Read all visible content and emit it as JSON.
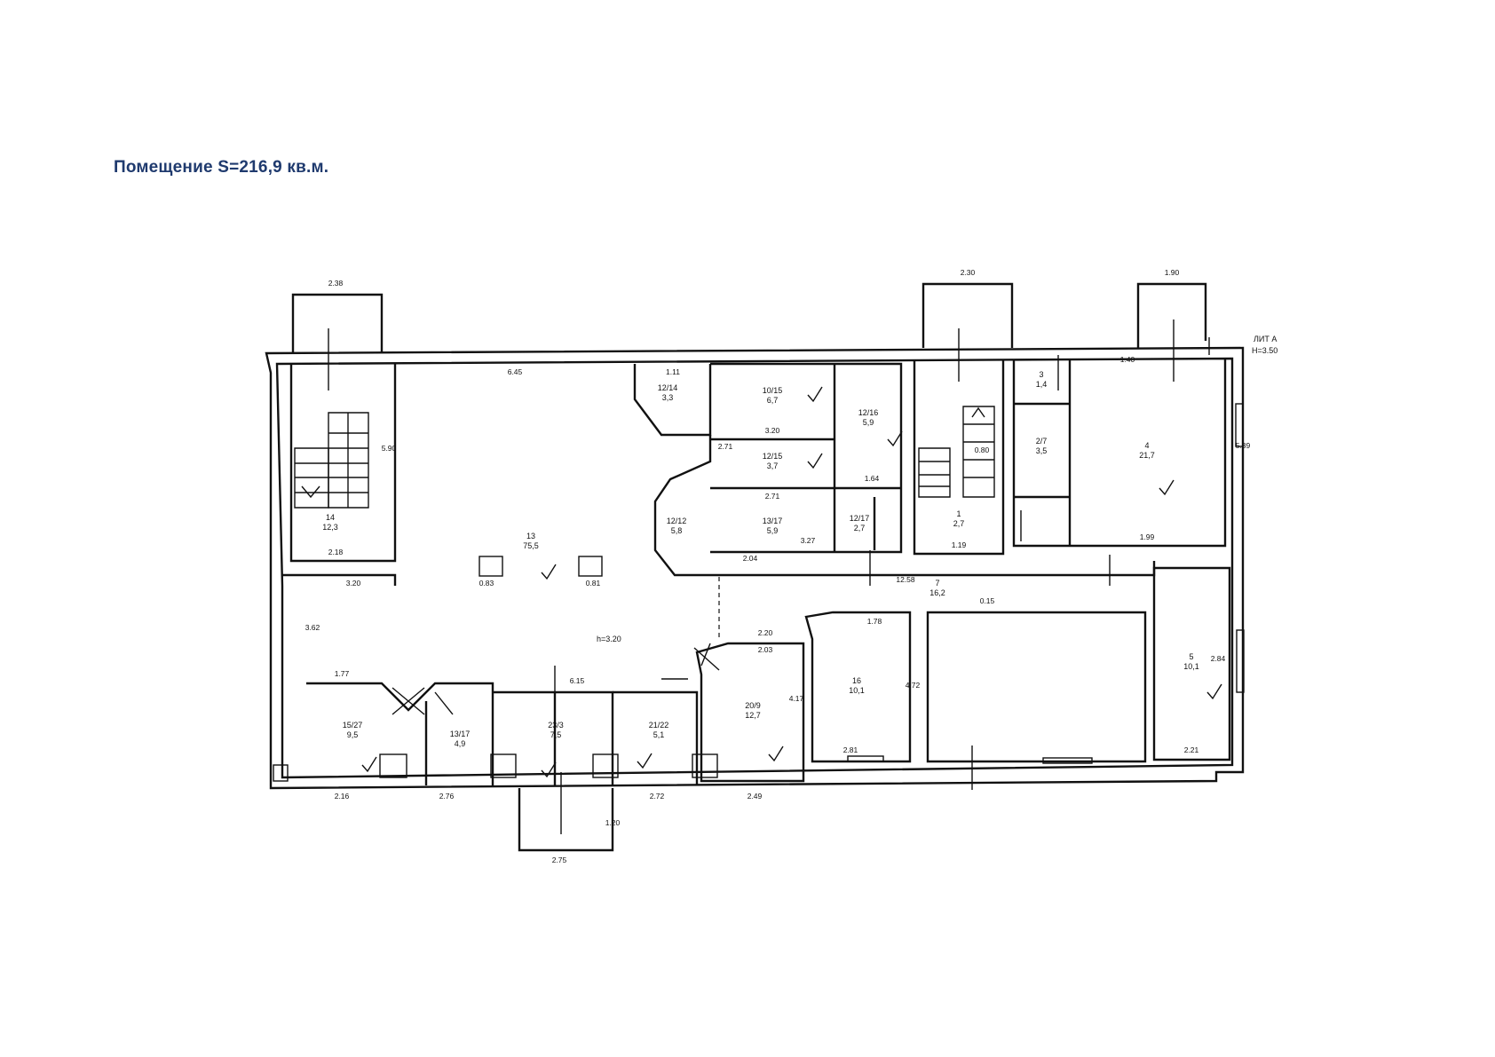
{
  "title": "Помещение S=216,9 кв.м.",
  "lit": {
    "line1": "ЛИТ А",
    "line2": "H=3.50"
  },
  "ceiling_height": "h=3.20",
  "rooms": [
    {
      "id": "r14",
      "label": "14",
      "area": "12,3"
    },
    {
      "id": "r13",
      "label": "13",
      "area": "75,5"
    },
    {
      "id": "r10",
      "label": "10/15",
      "area": "6,7"
    },
    {
      "id": "r12a",
      "label": "12/14",
      "area": "3,3"
    },
    {
      "id": "r12b",
      "label": "12/16",
      "area": "5,9"
    },
    {
      "id": "r12c",
      "label": "12/15",
      "area": "3,7"
    },
    {
      "id": "r12d",
      "label": "12/12",
      "area": "5,8"
    },
    {
      "id": "r13b",
      "label": "13/17",
      "area": "5,9"
    },
    {
      "id": "r12e",
      "label": "12/17",
      "area": "2,7"
    },
    {
      "id": "r1",
      "label": "1",
      "area": "2,7"
    },
    {
      "id": "r3",
      "label": "3",
      "area": "1,4"
    },
    {
      "id": "r2",
      "label": "2/7",
      "area": "3,5"
    },
    {
      "id": "r4",
      "label": "4",
      "area": "21,7"
    },
    {
      "id": "r5",
      "label": "5",
      "area": "10,1"
    },
    {
      "id": "r7",
      "label": "7",
      "area": "16,2"
    },
    {
      "id": "r16",
      "label": "16",
      "area": "10,1"
    },
    {
      "id": "r20",
      "label": "20/9",
      "area": "12,7"
    },
    {
      "id": "r21",
      "label": "21/22",
      "area": "5,1"
    },
    {
      "id": "r22",
      "label": "23/3",
      "area": "7,5"
    },
    {
      "id": "r23",
      "label": "13/17",
      "area": "4,9"
    },
    {
      "id": "r15",
      "label": "15/27",
      "area": "9,5"
    }
  ],
  "dimensions": {
    "d_238": "2.38",
    "d_230": "2.30",
    "d_190": "1.90",
    "d_645": "6.45",
    "d_111": "1.11",
    "d_320a": "3.20",
    "d_218": "2.18",
    "d_320b": "3.20",
    "d_271a": "2.71",
    "d_271b": "2.71",
    "d_284": "2.84",
    "d_327": "3.27",
    "d_164": "1.64",
    "d_199": "1.99",
    "d_539": "5.39",
    "d_1258": "12.58",
    "d_015": "0.15",
    "d_220": "2.20",
    "d_178": "1.78",
    "d_472": "4.72",
    "d_203": "2.03",
    "d_417": "4.17",
    "d_615": "6.15",
    "d_177": "1.77",
    "d_216": "2.16",
    "d_276": "2.76",
    "d_272": "2.72",
    "d_249": "2.49",
    "d_221": "2.21",
    "d_204": "2.04",
    "d_275": "2.75",
    "d_120": "1.20",
    "d_362": "3.62",
    "d_080": "0.80",
    "d_590": "5.90",
    "d_281": "2.81",
    "d_119": "1.19",
    "d_083": "0.83",
    "d_081": "0.81",
    "d_140": "1.40"
  },
  "colors": {
    "title": "#1f3a6e",
    "ink": "#111111"
  }
}
